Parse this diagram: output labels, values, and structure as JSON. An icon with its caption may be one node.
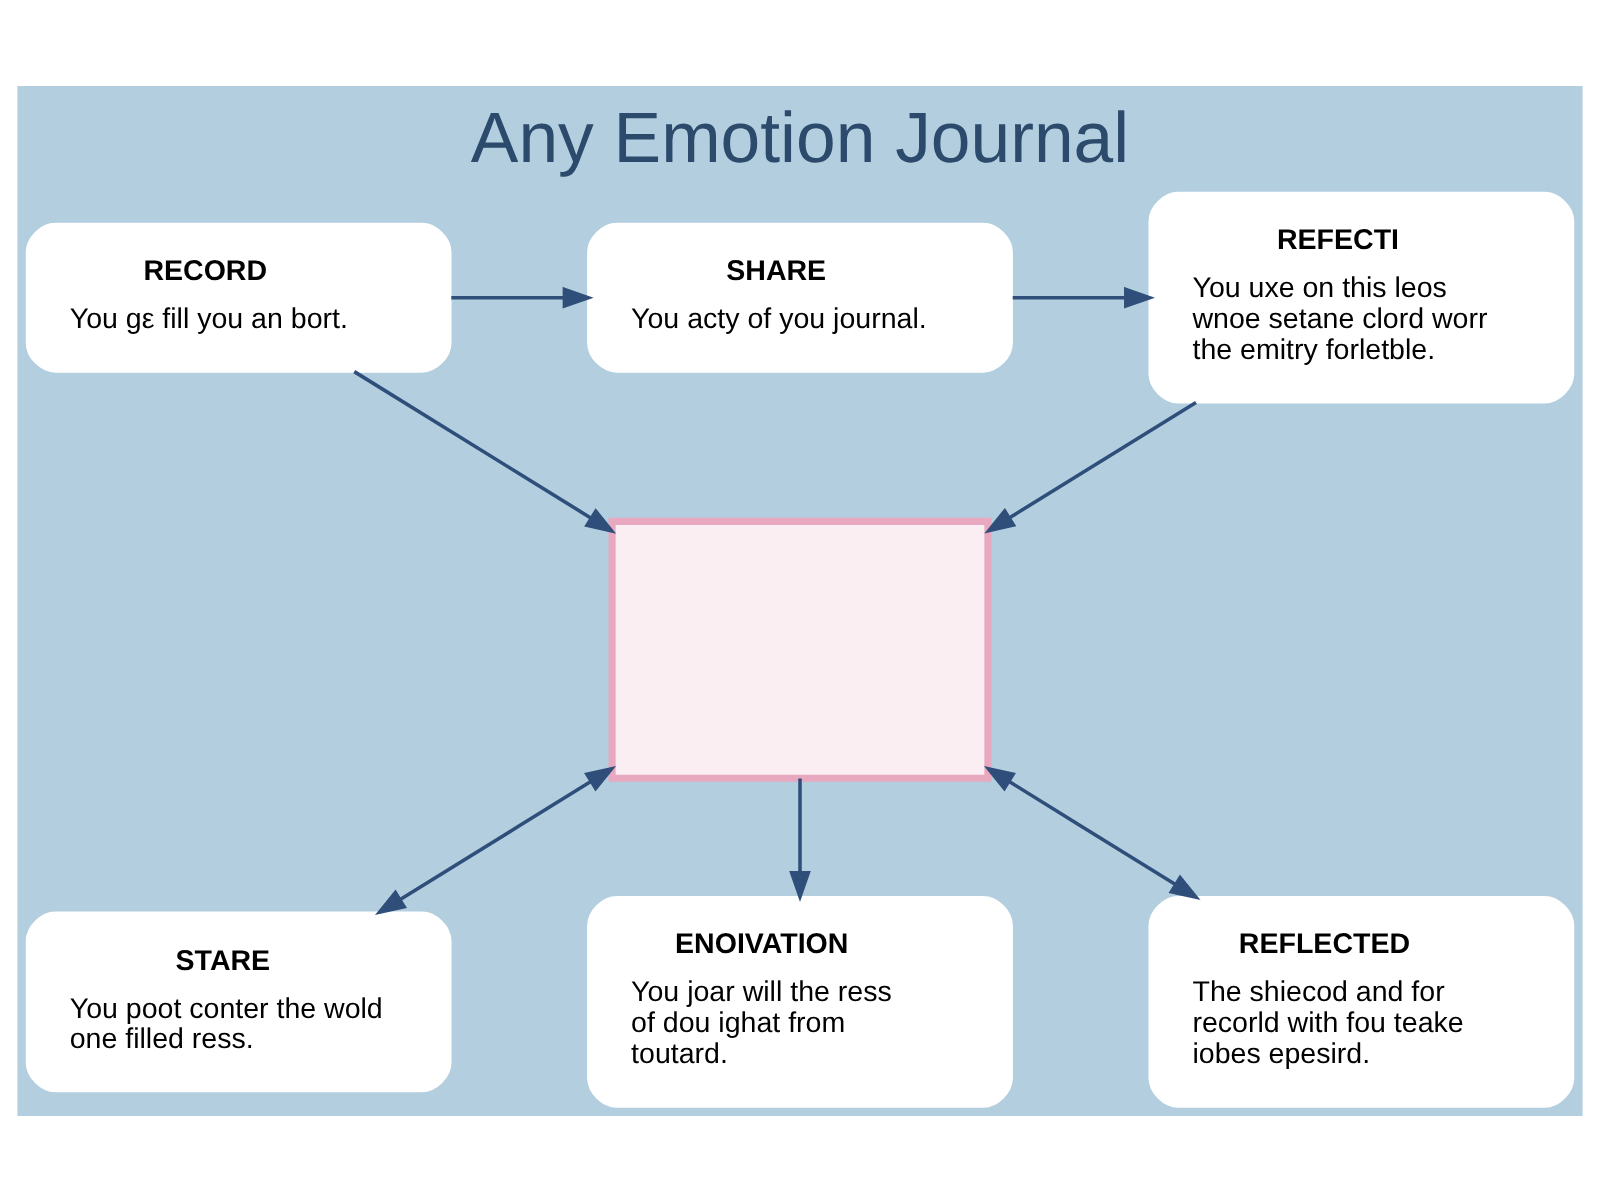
{
  "diagram": {
    "title": "Any Emotion Journal",
    "nodes": [
      {
        "text": [
          "RECORD",
          "You gε fill you an bort."
        ]
      },
      {
        "text": [
          "SHARE",
          "You acty of you journal."
        ]
      },
      {
        "text": [
          "REFECTI",
          "You uxe on this leos wnoe setane clord worr the emitry forletble."
        ]
      },
      {
        "text": [],
        "shape": "box"
      },
      {
        "text": [
          "STARE",
          "You poot conter the wold one filled ress."
        ]
      },
      {
        "text": [
          "ENOIVATION",
          "You joar will the ress of dou ighat from toutard."
        ]
      },
      {
        "text": [
          "REFLECTED",
          "The shiecod and for recorld with fou teake iobes epesird."
        ]
      }
    ],
    "edges": [
      {
        "from": 0,
        "to": 1,
        "arrow": "to"
      },
      {
        "from": 1,
        "to": 2,
        "arrow": "to"
      },
      {
        "from": 0,
        "to": 3,
        "arrow": "to"
      },
      {
        "from": 2,
        "to": 3,
        "arrow": "to"
      },
      {
        "from": 3,
        "to": 4,
        "arrow": "both"
      },
      {
        "from": 3,
        "to": 5,
        "arrow": "to"
      },
      {
        "from": 3,
        "to": 6,
        "arrow": "both"
      }
    ]
  }
}
